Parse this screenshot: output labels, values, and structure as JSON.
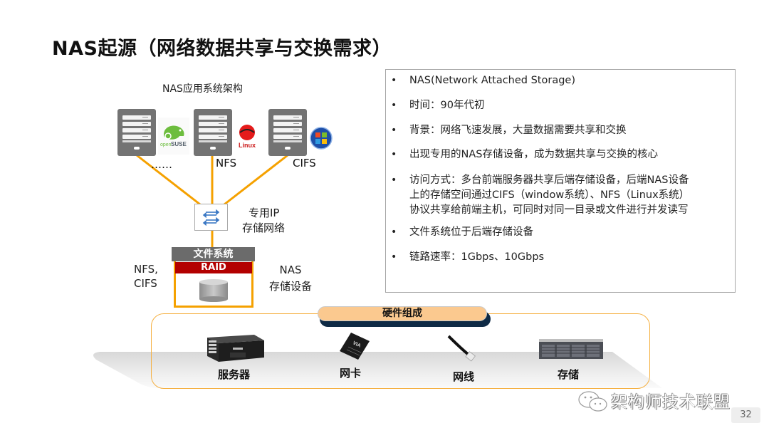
{
  "slide": {
    "title": "NAS起源（网络数据共享与交换需求）",
    "page_number": "32"
  },
  "architecture": {
    "label": "NAS应用系统架构",
    "hosts": [
      {
        "label": "……",
        "os_logo": "opensuse-logo",
        "logo_text": "openSUSE"
      },
      {
        "label": "NFS",
        "os_logo": "redhat-linux-logo",
        "logo_text": "Linux"
      },
      {
        "label": "CIFS",
        "os_logo": "windows-logo",
        "logo_text": ""
      }
    ],
    "network_label_line1": "专用IP",
    "network_label_line2": "存储网络",
    "nas_device": {
      "filesystem_label": "文件系统",
      "raid_label": "RAID",
      "protocol_label_line1": "NFS,",
      "protocol_label_line2": "CIFS",
      "device_label_line1": "NAS",
      "device_label_line2": "存储设备"
    },
    "colors": {
      "link": "#f5a100",
      "server": "#737373",
      "raid": "#b30000",
      "filesystem": "#6b6b6b"
    }
  },
  "info_box": {
    "bullets": [
      {
        "lines": [
          "NAS(Network Attached Storage)"
        ]
      },
      {
        "lines": [
          "时间：90年代初"
        ]
      },
      {
        "lines": [
          "背景：网络飞速发展，大量数据需要共享和交换"
        ]
      },
      {
        "lines": [
          "出现专用的NAS存储设备，成为数据共享与交换的核心"
        ]
      },
      {
        "lines": [
          "访问方式：多台前端服务器共享后端存储设备，后端NAS设备",
          "上的存储空间通过CIFS（window系统）、NFS（Linux系统）",
          "协议共享给前端主机，可同时对同一目录或文件进行并发读写"
        ]
      },
      {
        "lines": [
          "文件系统位于后端存储设备"
        ]
      },
      {
        "lines": [
          "链路速率：1Gbps、10Gbps"
        ]
      }
    ]
  },
  "hardware": {
    "title": "硬件组成",
    "items": [
      {
        "label": "服务器",
        "icon": "rack-server-icon"
      },
      {
        "label": "网卡",
        "icon": "network-card-chip-icon"
      },
      {
        "label": "网线",
        "icon": "ethernet-cable-icon"
      },
      {
        "label": "存储",
        "icon": "storage-array-icon"
      }
    ],
    "colors": {
      "tab": "#fbc98f",
      "tab_shadow": "#0e2a45",
      "frame": "#f5b041"
    }
  },
  "watermark": {
    "text": "架构师技术联盟",
    "icon": "wechat-icon"
  }
}
